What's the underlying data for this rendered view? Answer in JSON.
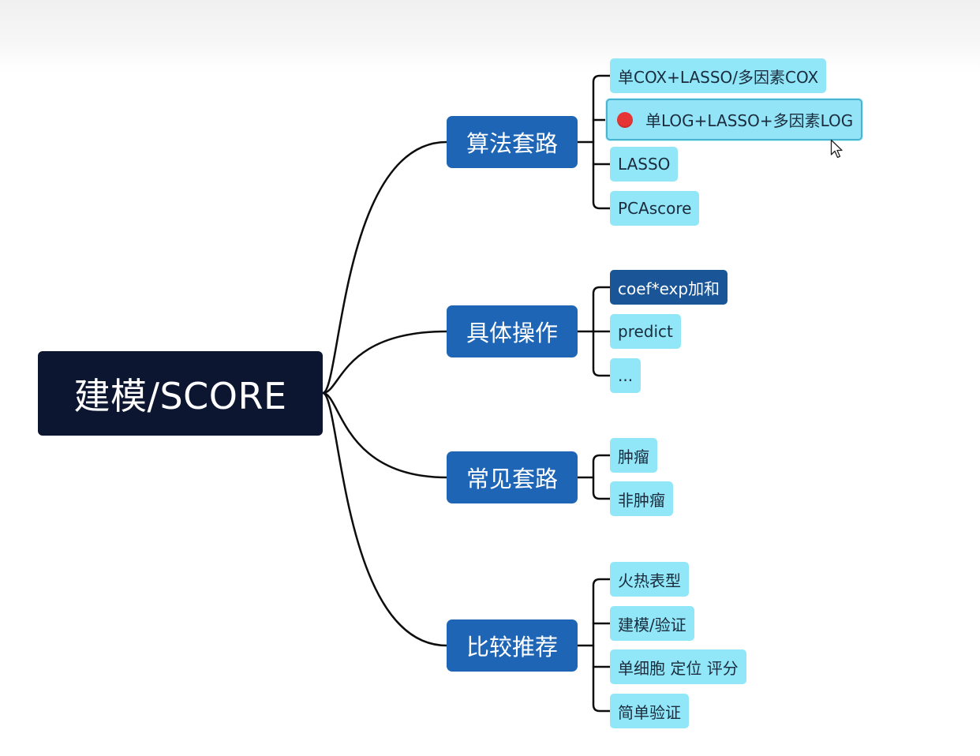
{
  "root": {
    "label": "建模/SCORE"
  },
  "branches": [
    {
      "label": "算法套路",
      "items": [
        {
          "label": "单COX+LASSO/多因素COX"
        },
        {
          "label": "单LOG+LASSO+多因素LOG",
          "selected": true,
          "marker": "red-dot"
        },
        {
          "label": "LASSO"
        },
        {
          "label": "PCAscore"
        }
      ]
    },
    {
      "label": "具体操作",
      "items": [
        {
          "label": "coef*exp加和",
          "highlighted": true
        },
        {
          "label": "predict"
        },
        {
          "label": "..."
        }
      ]
    },
    {
      "label": "常见套路",
      "items": [
        {
          "label": "肿瘤"
        },
        {
          "label": "非肿瘤"
        }
      ]
    },
    {
      "label": "比较推荐",
      "items": [
        {
          "label": "火热表型"
        },
        {
          "label": "建模/验证"
        },
        {
          "label": "单细胞 定位 评分"
        },
        {
          "label": "简单验证"
        }
      ]
    }
  ],
  "colors": {
    "root_bg": "#0c1630",
    "branch_bg": "#1e66b5",
    "leaf_bg": "#91e6f7",
    "leaf_highlight_bg": "#1a5597",
    "connector": "#0d0d0d",
    "marker": "#e53535"
  },
  "icons": {
    "marker": "red-dot-icon",
    "pointer": "mouse-cursor-icon"
  }
}
